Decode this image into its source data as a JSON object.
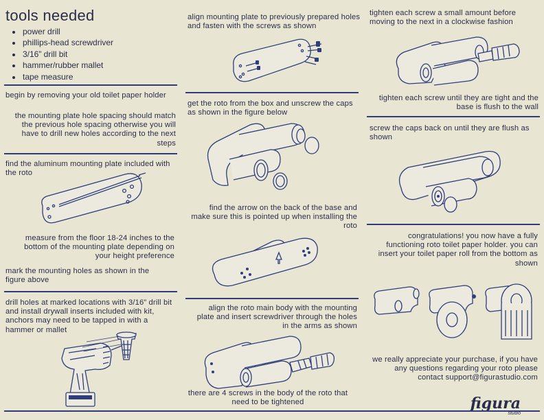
{
  "title": "tools needed",
  "tools": [
    "power drill",
    "phillips-head screwdriver",
    "3/16” drill bit",
    "hammer/rubber mallet",
    "tape measure"
  ],
  "steps": {
    "remove_old": "begin by removing your old toilet paper holder",
    "hole_spacing": "the mounting plate hole spacing should match the previous hole spacing otherwise you will have to drill new holes according to the next steps",
    "find_plate": "find the aluminum mounting plate included with the roto",
    "measure": "measure from the floor 18-24 inches to the bottom of the mounting plate depending on your height preference",
    "mark_holes": "mark the mounting holes as shown in the figure above",
    "drill": "drill holes at marked locations with 3/16” drill bit and install drywall inserts included with kit, anchors may need to be tapped in with a hammer or mallet",
    "align_plate": "align mounting plate to previously prepared holes and fasten with the screws as shown",
    "get_roto": "get the roto from the box and unscrew the caps as shown in the figure below",
    "find_arrow": "find the arrow on the back of the base and make sure this is pointed up when installing the roto",
    "align_body": "align the roto main body with the mounting plate and insert screwdriver through the holes in the arms as shown",
    "four_screws": "there are 4 screws in the body of the roto that need to be tightened",
    "tighten_clockwise": "tighten each screw a small amount before moving to the next in a clockwise fashion",
    "tighten_flush": "tighten each screw until they are tight and the base is flush to the wall",
    "caps_back": "screw the caps back on until they are flush as shown",
    "congrats": "congratulations! you now have a fully functioning roto toilet paper holder. you can insert your toilet paper roll from the bottom as shown",
    "thanks": "we really appreciate your purchase, if you have any questions regarding your roto please contact support@figurastudio.com"
  },
  "logo": {
    "name": "figura",
    "sub": "studio"
  },
  "icons": [
    "mounting-plate-icon",
    "drill-icon",
    "drywall-anchor-icon",
    "roto-holder-icon",
    "screwdriver-icon",
    "toilet-paper-icon"
  ],
  "colors": {
    "background": "#e9e5d3",
    "ink": "#2f3e7a",
    "text": "#2a2d4a"
  }
}
